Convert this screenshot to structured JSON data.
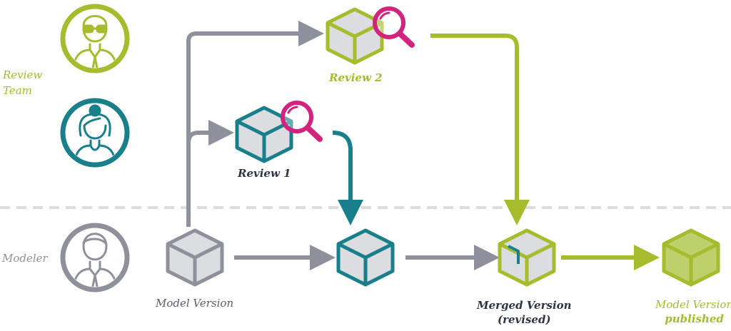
{
  "roles": {
    "review_team": [
      "Review",
      "Team"
    ],
    "modeler": "Modeler"
  },
  "nodes": {
    "model_version": "Model Version",
    "review_1": "Review 1",
    "review_2": "Review 2",
    "merged": [
      "Merged Version",
      "(revised)"
    ],
    "published": [
      "Model Version",
      "published"
    ]
  },
  "colors": {
    "green": "#a6bc2c",
    "teal": "#197f8b",
    "magenta": "#d2237f",
    "gray": "#8e909c",
    "cube_face": "#dcdde1",
    "published_fill": "#bdd06b"
  },
  "icons": [
    "reviewer-man-icon",
    "reviewer-woman-icon",
    "modeler-man-icon",
    "magnifier-icon",
    "cube-icon"
  ]
}
